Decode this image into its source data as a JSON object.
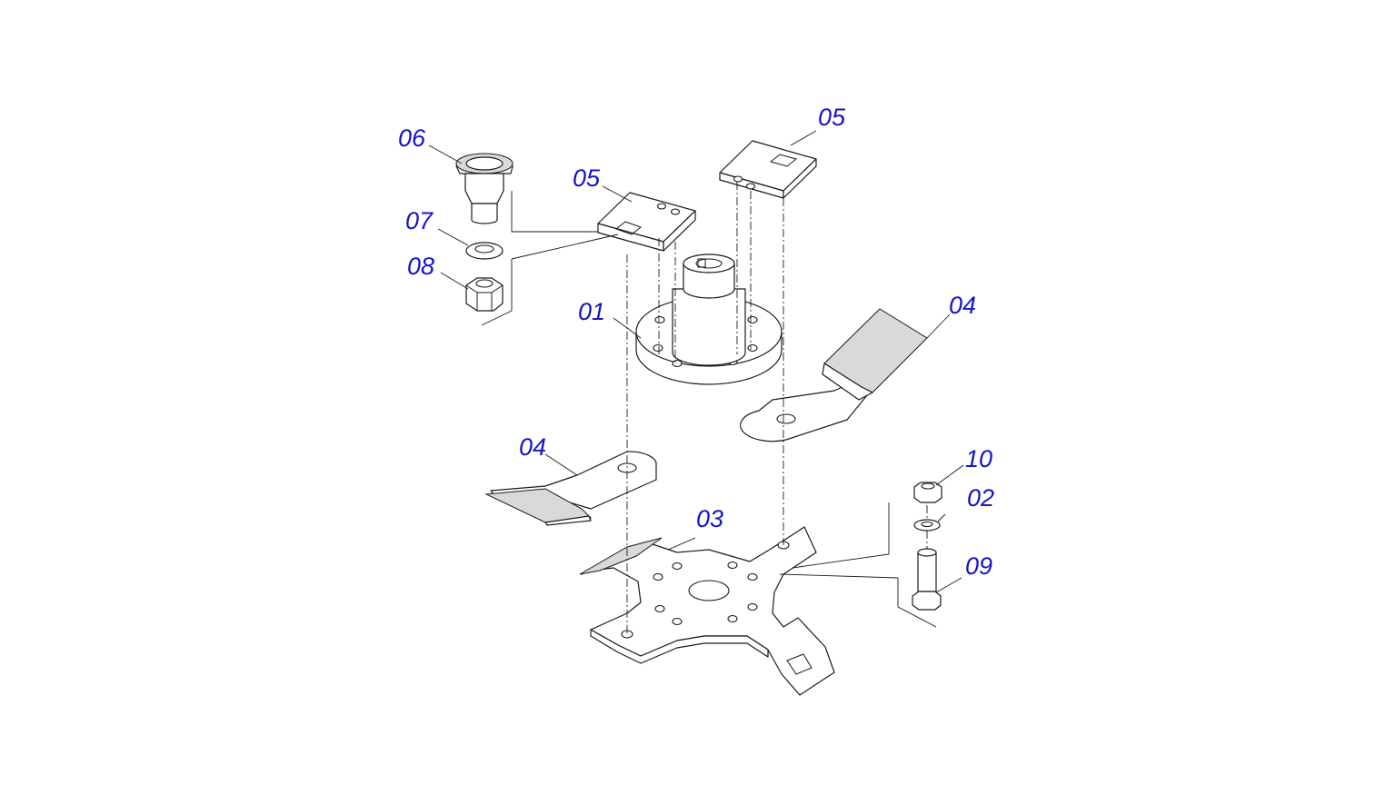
{
  "accent_color": "#1414c8",
  "callouts": {
    "hub": "01",
    "washer_right": "02",
    "blade_disc": "03",
    "blade_right": "04",
    "blade_left": "04",
    "clamp_left": "05",
    "clamp_right": "05",
    "blade_bolt": "06",
    "washer_left": "07",
    "nut_left": "08",
    "bolt_right": "09",
    "nut_right": "10"
  }
}
